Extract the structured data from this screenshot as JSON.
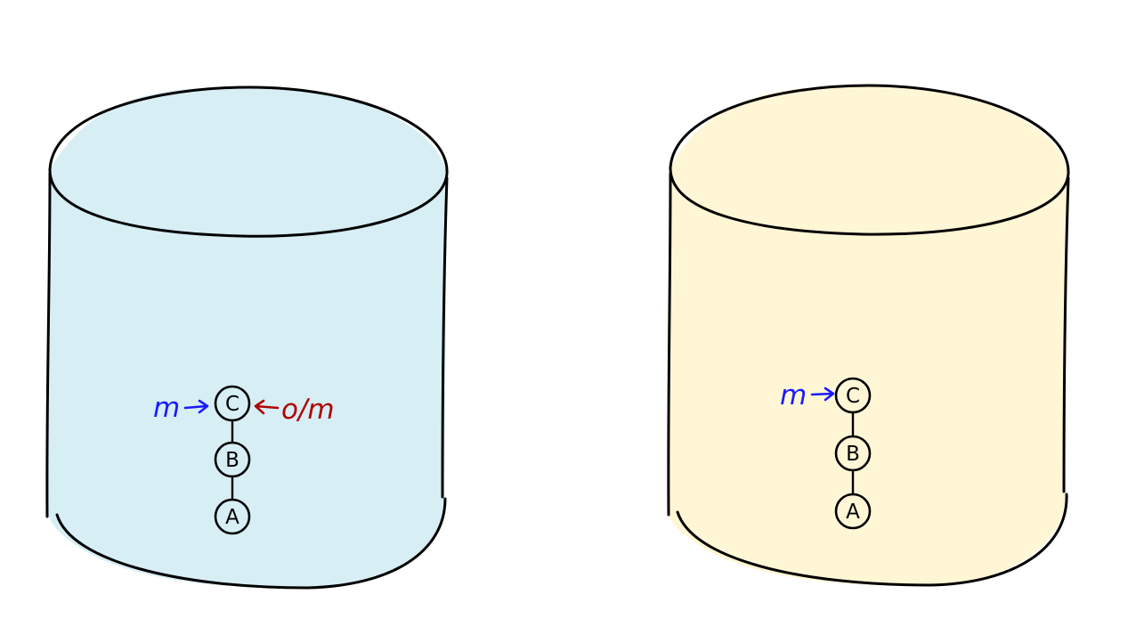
{
  "colors": {
    "left_cylinder_fill": "#d7eef5",
    "right_cylinder_fill": "#fff6d6",
    "outline": "#000000",
    "local_ref": "#1a1aff",
    "remote_ref": "#b00000"
  },
  "left_repo": {
    "commits": [
      {
        "id": "c",
        "label": "C"
      },
      {
        "id": "b",
        "label": "B"
      },
      {
        "id": "a",
        "label": "A"
      }
    ],
    "local_ref_label": "m",
    "remote_ref_label": "o/m"
  },
  "right_repo": {
    "commits": [
      {
        "id": "c",
        "label": "C"
      },
      {
        "id": "b",
        "label": "B"
      },
      {
        "id": "a",
        "label": "A"
      }
    ],
    "local_ref_label": "m"
  }
}
